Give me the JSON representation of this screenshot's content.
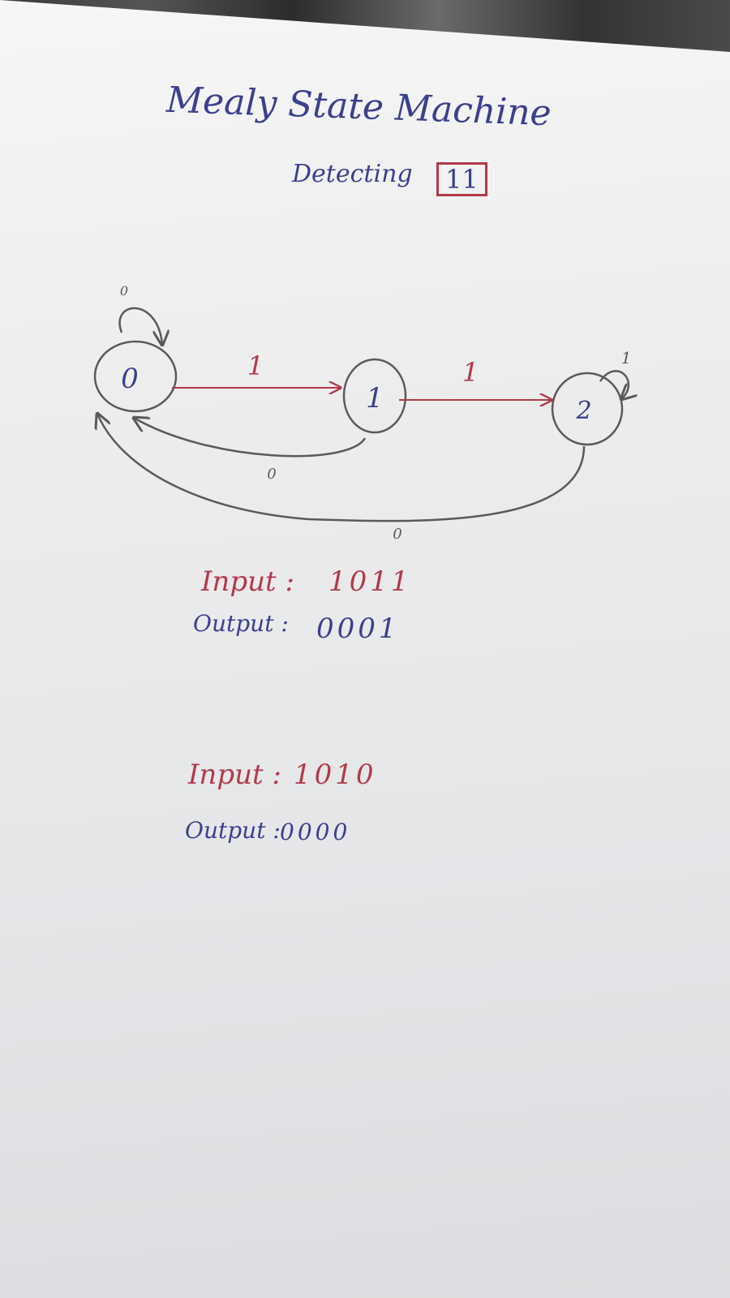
{
  "title": "Mealy State Machine",
  "subtitle": {
    "prefix": "Detecting",
    "sequence": "11"
  },
  "diagram": {
    "states": [
      {
        "id": "0",
        "label": "0"
      },
      {
        "id": "1",
        "label": "1"
      },
      {
        "id": "2",
        "label": "2"
      }
    ],
    "transitions": [
      {
        "from": "0",
        "to": "0",
        "label": "0"
      },
      {
        "from": "0",
        "to": "1",
        "label": "1"
      },
      {
        "from": "1",
        "to": "2",
        "label": "1"
      },
      {
        "from": "2",
        "to": "2",
        "label": "1"
      },
      {
        "from": "1",
        "to": "0",
        "label": "0"
      },
      {
        "from": "2",
        "to": "0",
        "label": "0"
      }
    ]
  },
  "examples": [
    {
      "input_label": "Input :",
      "input": "1011",
      "output_label": "Output :",
      "output": "0001"
    },
    {
      "input_label": "Input :",
      "input": "1010",
      "output_label": "Output :",
      "output": "0000"
    }
  ],
  "colors": {
    "ink_blue": "#3a3f8f",
    "ink_red": "#b23a4a",
    "pencil": "#5a5a5a",
    "paper": "#ececec"
  }
}
